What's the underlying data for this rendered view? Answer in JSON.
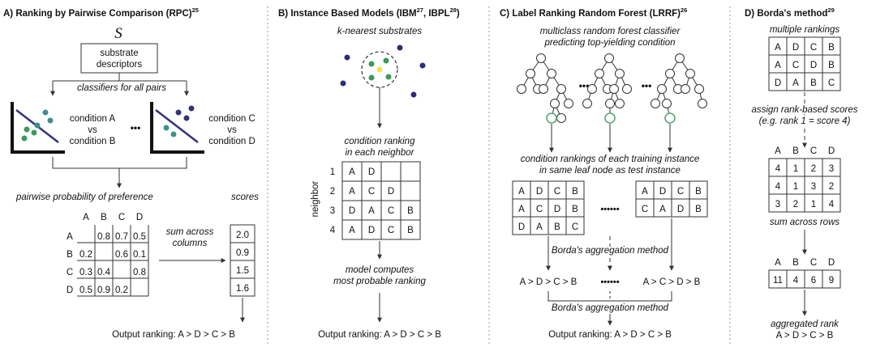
{
  "panels": {
    "a": {
      "title": "A) Ranking by Pairwise Comparison (RPC)",
      "title_ref": "25",
      "s_symbol": "S",
      "descriptor_box": [
        "substrate",
        "descriptors"
      ],
      "classifiers_label": "classifiers for all pairs",
      "pair1": [
        "condition A",
        "vs",
        "condition B"
      ],
      "pair2": [
        "condition C",
        "vs",
        "condition D"
      ],
      "ellipsis": "•••",
      "pairwise_label": "pairwise probability of preference",
      "scores_label": "scores",
      "col_headers": [
        "A",
        "B",
        "C",
        "D"
      ],
      "row_headers": [
        "A",
        "B",
        "C",
        "D"
      ],
      "matrix": [
        [
          "",
          "0.8",
          "0.7",
          "0.5"
        ],
        [
          "0.2",
          "",
          "0.6",
          "0.1"
        ],
        [
          "0.3",
          "0.4",
          "",
          "0.8"
        ],
        [
          "0.5",
          "0.9",
          "0.2",
          ""
        ]
      ],
      "sum_label": [
        "sum across",
        "columns"
      ],
      "scores": [
        "2.0",
        "0.9",
        "1.5",
        "1.6"
      ],
      "output": "Output ranking: A > D > C > B"
    },
    "b": {
      "title": "B) Instance Based Models (IBM",
      "title_ref1": "27",
      "title_mid": ", IBPL",
      "title_ref2": "28",
      "title_end": ")",
      "knn_label": "k-nearest substrates",
      "ranking_label": [
        "condition ranking",
        "in each neighbor"
      ],
      "neighbor_axis": "neighbor",
      "row_numbers": [
        "1",
        "2",
        "3",
        "4"
      ],
      "rankings": [
        [
          "A",
          "D",
          "",
          ""
        ],
        [
          "A",
          "C",
          "D",
          ""
        ],
        [
          "D",
          "A",
          "C",
          "B"
        ],
        [
          "A",
          "D",
          "C",
          "B"
        ]
      ],
      "model_label": [
        "model computes",
        "most probable ranking"
      ],
      "output": "Output ranking: A > D > C > B"
    },
    "c": {
      "title": "C) Label Ranking Random Forest (LRRF)",
      "title_ref": "26",
      "classifier_label": [
        "multiclass random forest classifier",
        "predicting top-yielding condition"
      ],
      "tree_ellipsis": "•••",
      "leaf_label": [
        "condition rankings of each training instance",
        "in same leaf node as test instance"
      ],
      "table1": [
        [
          "A",
          "D",
          "C",
          "B"
        ],
        [
          "A",
          "C",
          "D",
          "B"
        ],
        [
          "D",
          "A",
          "B",
          "C"
        ]
      ],
      "table_ellipsis": "••••••",
      "table2": [
        [
          "A",
          "D",
          "C",
          "B"
        ],
        [
          "C",
          "A",
          "D",
          "B"
        ]
      ],
      "borda1": "Borda's aggregation method",
      "ranking1": "A > D > C > B",
      "ranking_ellipsis": "••••••",
      "ranking2": "A > C > D > B",
      "borda2": "Borda's aggregation method",
      "output": "Output ranking: A > D > C > B"
    },
    "d": {
      "title": "D) Borda's method",
      "title_ref": "29",
      "multiple_label": "multiple rankings",
      "rankings": [
        [
          "A",
          "D",
          "C",
          "B"
        ],
        [
          "A",
          "C",
          "D",
          "B"
        ],
        [
          "D",
          "A",
          "B",
          "C"
        ]
      ],
      "assign_label": [
        "assign rank-based scores",
        "(e.g. rank 1 = score 4)"
      ],
      "col_headers": [
        "A",
        "B",
        "C",
        "D"
      ],
      "score_table": [
        [
          "4",
          "1",
          "2",
          "3"
        ],
        [
          "4",
          "1",
          "3",
          "2"
        ],
        [
          "3",
          "2",
          "1",
          "4"
        ]
      ],
      "sum_label": "sum across rows",
      "totals": [
        "11",
        "4",
        "6",
        "9"
      ],
      "aggregated_label": "aggregated rank",
      "aggregated_rank": "A > D > C > B"
    }
  },
  "colors": {
    "accent": "#33337a",
    "green_dot": "#3a9a5b",
    "teal_dot": "#3f8f8f",
    "yellow_dot": "#f2e24a",
    "navy_dot": "#2d2d7a",
    "leaf_highlight": "#5aa77a",
    "divider": "#9a9a9a"
  }
}
